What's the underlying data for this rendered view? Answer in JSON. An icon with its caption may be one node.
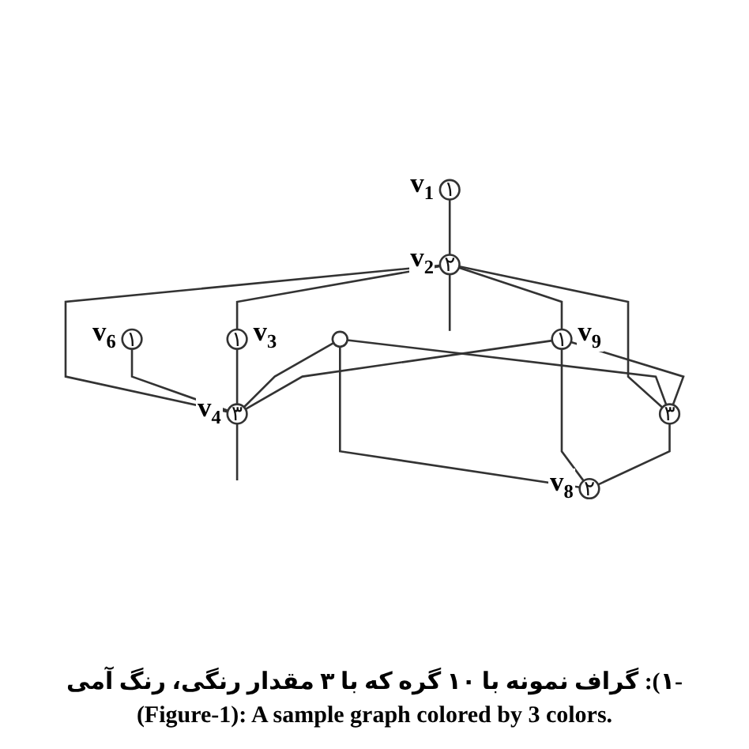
{
  "diagram": {
    "caption": [
      "-۱): گراف نمونه با ۱۰ گره که با ۳ مقدار رنگی، رنگ آمی",
      "(Figure-1): A sample graph colored by 3 colors."
    ],
    "nodes": [
      {
        "text": [
          "۱"
        ],
        "beside": [
          "v$_{1}$"
        ]
      },
      {
        "text": [
          "۲"
        ],
        "beside": [
          "v$_{2}$"
        ]
      },
      {
        "text": [
          "۱"
        ],
        "beside": [
          "v$_{6}$"
        ]
      },
      {
        "text": [
          "۱"
        ],
        "beside": [
          "v$_{3}$"
        ]
      },
      {
        "text": [],
        "shape": "circle"
      },
      {
        "text": [
          "۳"
        ],
        "beside": [
          "v$_{4}$"
        ]
      },
      {
        "text": [
          "۱"
        ],
        "beside": [
          "v$_{9}$"
        ]
      },
      {
        "text": [
          "۳"
        ]
      },
      {
        "text": [
          "۲"
        ],
        "beside": [
          "v$_{8}$"
        ]
      }
    ],
    "edges": [
      {
        "from": 0,
        "to": 1,
        "arrow": "none"
      },
      {
        "from": 1,
        "to": 3,
        "arrow": "none"
      },
      {
        "from": 1,
        "to": 5,
        "arrow": "none"
      },
      {
        "from": 1,
        "to": 6,
        "arrow": "none"
      },
      {
        "from": 1,
        "to": 7,
        "arrow": "none"
      },
      {
        "from": 1,
        "to": null,
        "arrow": "none"
      },
      {
        "from": 2,
        "to": 5,
        "arrow": "none"
      },
      {
        "from": 3,
        "to": 5,
        "arrow": "none"
      },
      {
        "from": 4,
        "to": 5,
        "arrow": "none"
      },
      {
        "from": 4,
        "to": 7,
        "arrow": "none"
      },
      {
        "from": 4,
        "to": 8,
        "arrow": "none"
      },
      {
        "from": 5,
        "to": null,
        "arrow": "none"
      },
      {
        "from": 6,
        "to": 5,
        "arrow": "none"
      },
      {
        "from": 6,
        "to": 7,
        "arrow": "none"
      },
      {
        "from": 6,
        "to": 8,
        "arrow": "none"
      },
      {
        "from": 7,
        "to": 8,
        "arrow": "none"
      }
    ]
  }
}
